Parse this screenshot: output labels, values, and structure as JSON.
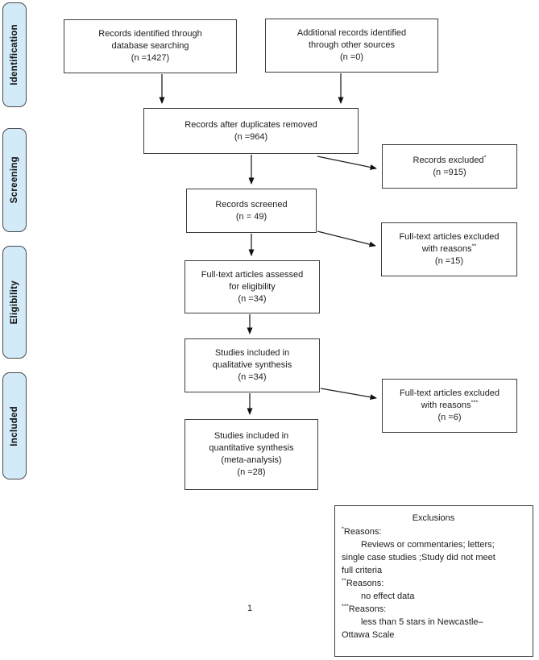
{
  "page": {
    "number": "1"
  },
  "sidebar": {
    "fill_color": "#d3eaf8",
    "border_color": "#4a4a4a",
    "items": [
      {
        "label": "Identification"
      },
      {
        "label": "Screening"
      },
      {
        "label": "Eligibility"
      },
      {
        "label": "Included"
      }
    ]
  },
  "boxes": {
    "records_identified": {
      "line1": "Records identified through",
      "line2": "database searching",
      "line3": "(n =1427)"
    },
    "additional_records": {
      "line1": "Additional records identified",
      "line2": "through other sources",
      "line3": "(n =0)"
    },
    "duplicates_removed": {
      "line1": "Records after duplicates removed",
      "line2": "(n =964)"
    },
    "records_excluded": {
      "line1": "Records excluded",
      "sup1": "*",
      "line2": "(n =915)"
    },
    "records_screened": {
      "line1": "Records screened",
      "line2": "(n = 49)"
    },
    "fulltext_excluded_reasons2": {
      "line1": "Full-text articles excluded",
      "line2": "with reasons",
      "sup2": "**",
      "line3": "(n =15)"
    },
    "fulltext_assessed": {
      "line1": "Full-text articles assessed",
      "line2": "for eligibility",
      "line3": "(n =34)"
    },
    "qualitative": {
      "line1": "Studies included in",
      "line2": "qualitative synthesis",
      "line3": "(n =34)"
    },
    "fulltext_excluded_reasons3": {
      "line1": "Full-text articles excluded",
      "line2": "with reasons",
      "sup2": "***",
      "line3": "(n =6)"
    },
    "quantitative": {
      "line1": "Studies included in",
      "line2": "quantitative synthesis",
      "line3": "(meta-analysis)",
      "line4": "(n =28)"
    }
  },
  "exclusions": {
    "title": "Exclusions",
    "lines": [
      {
        "marker": "*",
        "text": "Reasons:"
      },
      {
        "marker": "",
        "text": "Reviews or commentaries; letters;"
      },
      {
        "marker": "",
        "text": "single case studies ;Study did not meet"
      },
      {
        "marker": "",
        "text": "full criteria"
      },
      {
        "marker": "**",
        "text": "Reasons:"
      },
      {
        "marker": "",
        "text": "no effect data"
      },
      {
        "marker": "***",
        "text": "Reasons:"
      },
      {
        "marker": "",
        "text": "less than 5 stars in Newcastle–"
      },
      {
        "marker": "",
        "text": "Ottawa Scale"
      }
    ]
  }
}
